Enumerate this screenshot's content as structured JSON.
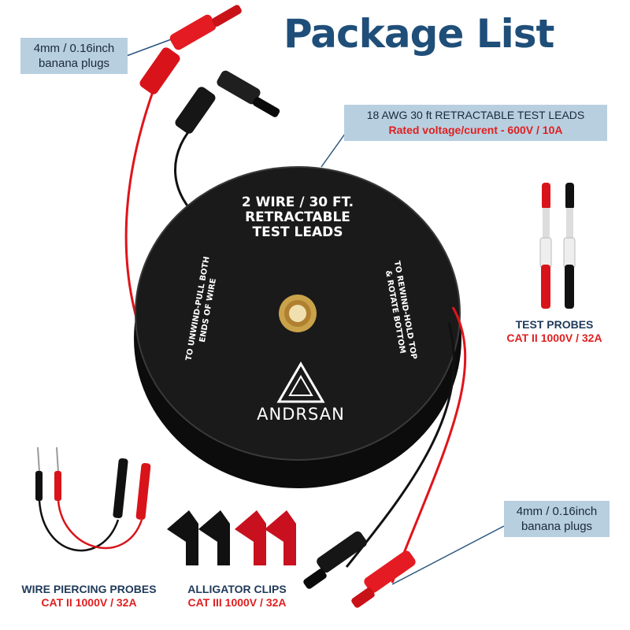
{
  "title": "Package List",
  "callouts": {
    "top_plugs": {
      "line1": "4mm / 0.16inch",
      "line2": "banana plugs"
    },
    "leads": {
      "line1": "18 AWG 30 ft RETRACTABLE TEST LEADS",
      "line2": "Rated voltage/curent - 600V / 10A"
    },
    "bottom_plugs": {
      "line1": "4mm / 0.16inch",
      "line2": "banana plugs"
    }
  },
  "reel": {
    "center_line1": "2 WIRE / 30 FT.",
    "center_line2": "RETRACTABLE",
    "center_line3": "TEST LEADS",
    "left_line1": "TO UNWIND-PULL BOTH",
    "left_line2": "ENDS OF WIRE",
    "right_line1": "TO REWIND-HOLD TOP",
    "right_line2": "& ROTATE BOTTOM",
    "brand": "ANDRSAN"
  },
  "items": {
    "test_probes": {
      "name": "TEST PROBES",
      "rating": "CAT II 1000V / 32A"
    },
    "piercing_probes": {
      "name": "WIRE PIERCING PROBES",
      "rating": "CAT II 1000V / 32A"
    },
    "alligator_clips": {
      "name": "ALLIGATOR CLIPS",
      "rating": "CAT III 1000V / 32A"
    }
  },
  "colors": {
    "title_blue": "#1f4e79",
    "callout_bg": "#b8cfe0",
    "accent_red": "#e01f1f",
    "lead_red": "#e0141a",
    "reel_black": "#151515"
  }
}
